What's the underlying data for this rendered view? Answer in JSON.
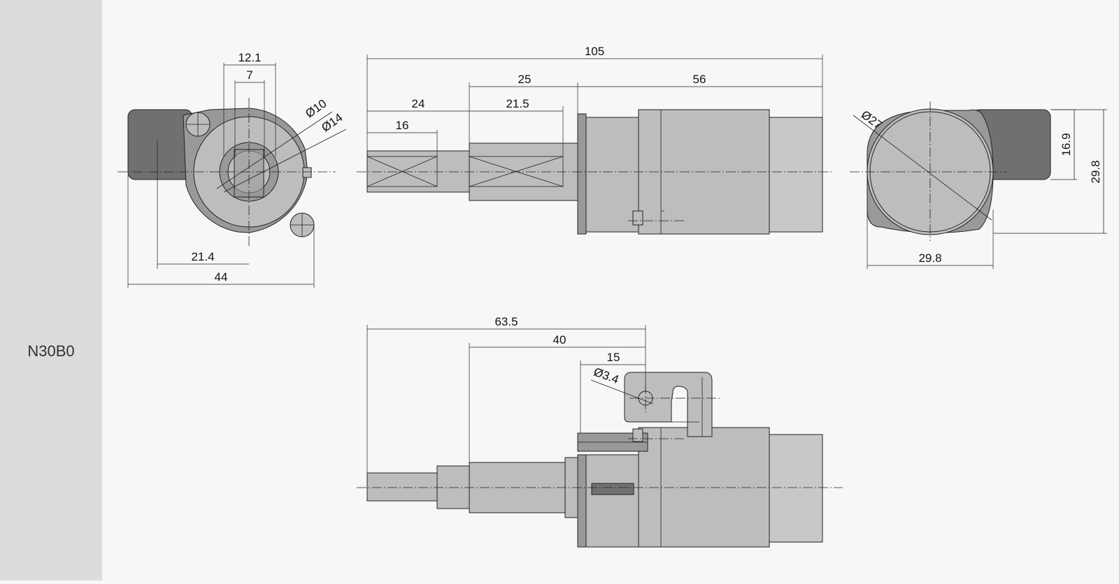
{
  "model": "N30B0",
  "views": {
    "front": {
      "d1": "12.1",
      "d2": "7",
      "d3": "Ø10",
      "d4": "Ø14",
      "d5": "21.4",
      "d6": "44"
    },
    "side": {
      "d1": "105",
      "d2": "25",
      "d3": "56",
      "d4": "24",
      "d5": "21.5",
      "d6": "16"
    },
    "rear": {
      "d1": "Ø27",
      "d2": "16.9",
      "d3": "29.8",
      "d4": "29.8"
    },
    "bottom": {
      "d1": "63.5",
      "d2": "40",
      "d3": "15",
      "d4": "Ø3.4"
    }
  },
  "colors": {
    "sidebar": "#dcdcdc",
    "background": "#f7f7f7",
    "dark_fill": "#707070",
    "mid_fill": "#999999",
    "light_fill": "#bdbdbd"
  }
}
